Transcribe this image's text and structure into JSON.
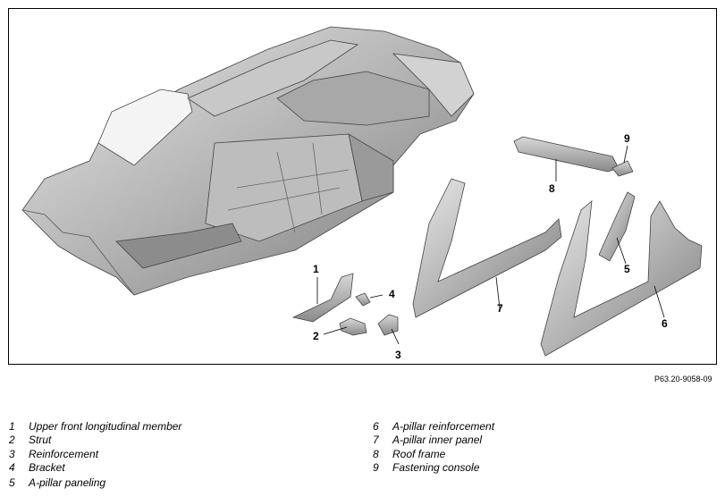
{
  "callouts": [
    "1",
    "2",
    "3",
    "4",
    "5",
    "6",
    "7",
    "8",
    "9"
  ],
  "reference": "P63.20-9058-09",
  "legend_left": [
    {
      "num": "1",
      "text": "Upper front longitudinal member"
    },
    {
      "num": "2",
      "text": "Strut"
    },
    {
      "num": "3",
      "text": "Reinforcement"
    },
    {
      "num": "4",
      "text": "Bracket"
    },
    {
      "num": "5",
      "text": "A-pillar paneling"
    }
  ],
  "legend_right": [
    {
      "num": "6",
      "text": "A-pillar reinforcement"
    },
    {
      "num": "7",
      "text": "A-pillar inner panel"
    },
    {
      "num": "8",
      "text": "Roof frame"
    },
    {
      "num": "9",
      "text": "Fastening console"
    }
  ]
}
